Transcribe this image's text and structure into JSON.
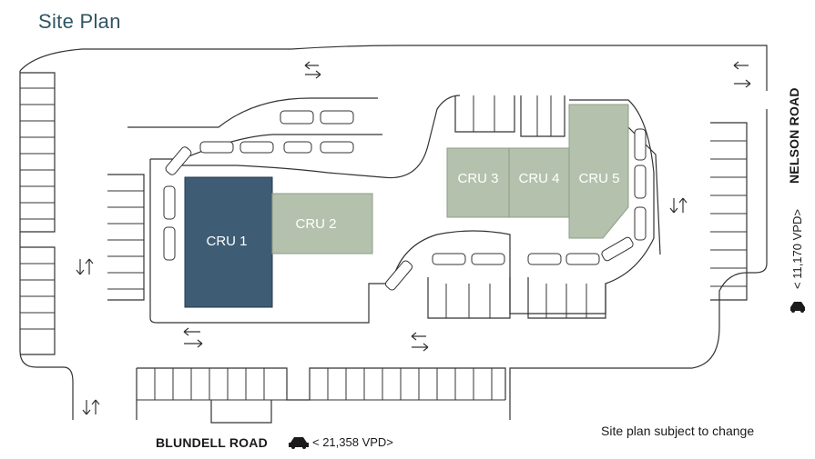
{
  "title": "Site Plan",
  "units": [
    {
      "label": "CRU 1",
      "id": "cru-1"
    },
    {
      "label": "CRU 2",
      "id": "cru-2"
    },
    {
      "label": "CRU 3",
      "id": "cru-3"
    },
    {
      "label": "CRU 4",
      "id": "cru-4"
    },
    {
      "label": "CRU 5",
      "id": "cru-5"
    }
  ],
  "roads": {
    "blundell": {
      "name": "BLUNDELL ROAD",
      "traffic": "< 21,358 VPD>"
    },
    "nelson": {
      "name": "NELSON ROAD",
      "traffic": "< 11,170 VPD>"
    }
  },
  "note": "Site plan subject to change",
  "colors": {
    "title": "#2f5563",
    "highlight_unit": "#3e5d75",
    "other_units": "#b4c2ad",
    "linework": "#333333"
  },
  "icons": [
    "car-icon",
    "two-way-arrow-icon",
    "drive-thru-speaker-icon"
  ]
}
